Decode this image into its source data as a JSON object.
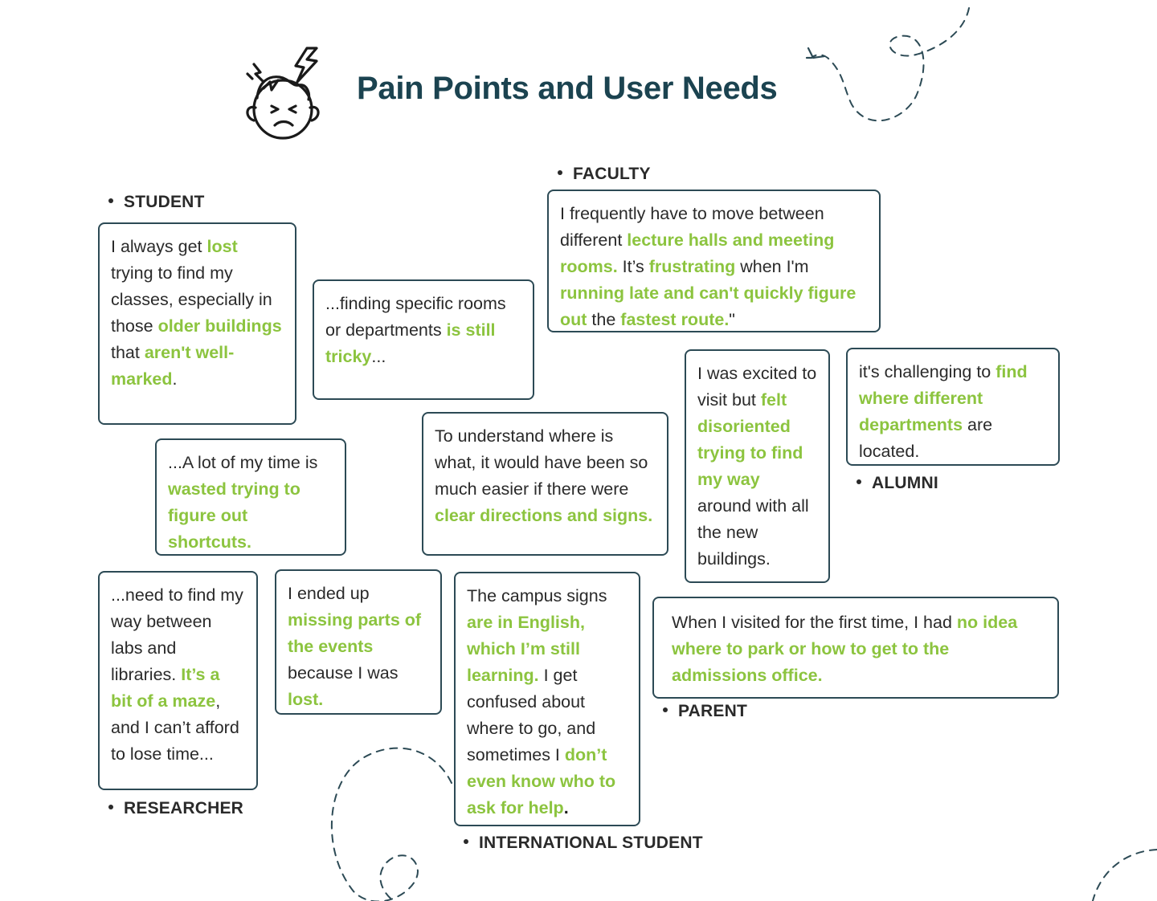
{
  "title": "Pain Points and User Needs",
  "colors": {
    "title": "#1b4350",
    "highlight": "#8cc43f",
    "border": "#2c4a55",
    "text": "#2a2a2a"
  },
  "icons": {
    "header": "frustrated-face-icon"
  },
  "labels": {
    "student": "STUDENT",
    "faculty": "FACULTY",
    "alumni": "ALUMNI",
    "researcher": "RESEARCHER",
    "international": "INTERNATIONAL STUDENT",
    "parent": "PARENT"
  },
  "quotes": {
    "q1": [
      "I always get ",
      "lost",
      " trying to find my classes, especially in those ",
      "older buildings",
      " that ",
      "aren't well-marked",
      "."
    ],
    "q2": [
      "...finding specific rooms or departments ",
      "is still tricky",
      "..."
    ],
    "q3": [
      "I frequently have to move between different ",
      "lecture halls and meeting rooms.",
      " It’s ",
      "frustrating",
      " when I'm ",
      "running late and can't quickly figure out",
      " the ",
      "fastest route.",
      "\""
    ],
    "q4": [
      "...A lot of my time is ",
      "wasted trying to figure out shortcuts."
    ],
    "q5": [
      "To understand where is what, it would have been so much easier if there were ",
      "clear directions and signs."
    ],
    "q6": [
      "I was excited to visit but ",
      "felt disoriented trying to find my way",
      " around with all the new buildings."
    ],
    "q7": [
      "it's challenging to ",
      "find where different departments",
      " are located."
    ],
    "q8": [
      "...need to find my way between labs and libraries. ",
      "It’s a bit of a maze",
      ", and I can’t afford to lose time..."
    ],
    "q9": [
      " I ended up ",
      "missing parts of the events",
      " because I was ",
      "lost."
    ],
    "q10": [
      "The campus signs ",
      "are in English, which I’m still learning.",
      " I get confused about where to go, and sometimes I ",
      "don’t even know who to ask for help",
      "."
    ],
    "q11": [
      "When I visited for the first time, I had ",
      "no idea where to park or how to get to the admissions office."
    ]
  }
}
